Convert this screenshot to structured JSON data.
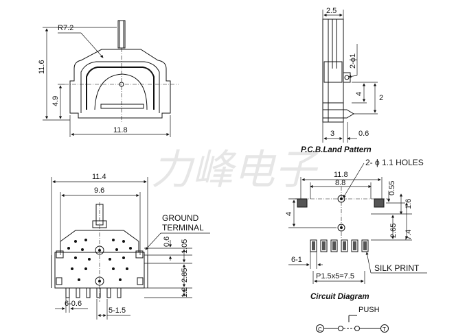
{
  "watermark": "力峰电子",
  "top_left": {
    "radius": "R7.2",
    "height": "11.6",
    "sub_height": "4.9",
    "width": "11.8"
  },
  "side_view": {
    "width": "2.5",
    "hole": "2-ϕ1",
    "dim_4": "4",
    "dim_2": "2",
    "dim_3": "3",
    "dim_06": "0.6"
  },
  "pcb": {
    "title": "P.C.B.Land Pattern",
    "holes_label": "2- ϕ 1.1 HOLES",
    "w_118": "11.8",
    "w_88": "8.8",
    "d_055": "0.55",
    "d_16": "1.6",
    "d_4": "4",
    "d_265": "2.65",
    "d_74": "7.4",
    "pitch": "P1.5x5=7.5",
    "d_61": "6-1",
    "silk": "SILK PRINT"
  },
  "front_view": {
    "w_114": "11.4",
    "w_96": "9.6",
    "ground": "GROUND",
    "terminal": "TERMINAL",
    "d_06": "0.6",
    "d_105": "1.05",
    "d_285": "2.85",
    "d_12": "1.2",
    "d_606": "6-0.6",
    "d_515": "5-1.5"
  },
  "circuit": {
    "title": "Circuit Diagram",
    "push": "PUSH",
    "c": "C",
    "t": "T"
  }
}
